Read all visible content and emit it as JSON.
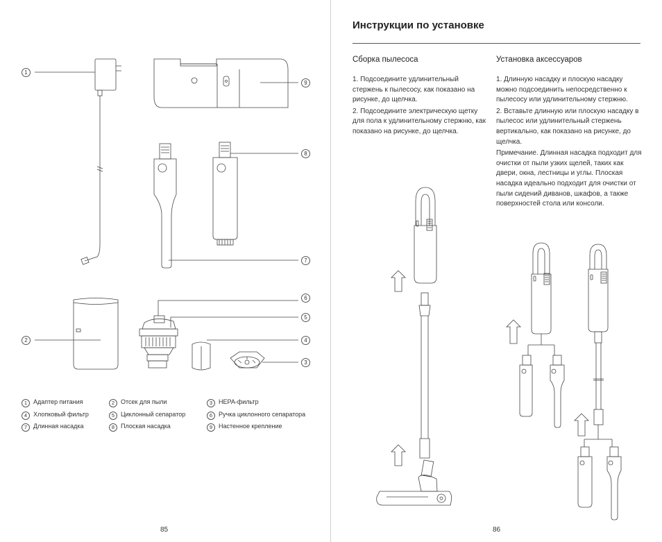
{
  "left_page": {
    "callouts": [
      "1",
      "9",
      "8",
      "7",
      "6",
      "5",
      "4",
      "3",
      "2"
    ],
    "legend": [
      {
        "num": "1",
        "label": "Адаптер питания"
      },
      {
        "num": "2",
        "label": "Отсек для пыли"
      },
      {
        "num": "3",
        "label": "HEPA-фильтр"
      },
      {
        "num": "4",
        "label": "Хлопковый фильтр"
      },
      {
        "num": "5",
        "label": "Циклонный сепаратор"
      },
      {
        "num": "6",
        "label": "Ручка циклонного сепаратора"
      },
      {
        "num": "7",
        "label": "Длинная насадка"
      },
      {
        "num": "8",
        "label": "Плоская насадка"
      },
      {
        "num": "9",
        "label": "Настенное крепление"
      }
    ],
    "page_number": "85"
  },
  "right_page": {
    "title": "Инструкции по установке",
    "col1": {
      "heading": "Сборка пылесоса",
      "paragraphs": [
        "1. Подсоедините удлинительный стержень к пылесосу, как показано на рисунке, до щелчка.",
        "2. Подсоедините электрическую щетку для пола к удлинительному стержню, как показано на рисунке, до щелчка."
      ]
    },
    "col2": {
      "heading": "Установка аксессуаров",
      "paragraphs": [
        "1. Длинную насадку и плоскую насадку можно подсоединить непосредственно к пылесосу или удлинительному стержню.",
        "2. Вставьте длинную или плоскую насадку в пылесос или удлинительный стержень вертикально, как показано на рисунке, до щелчка.",
        "Примечание. Длинная насадка подходит для очистки от пыли узких щелей, таких как двери, окна, лестницы и углы. Плоская насадка идеально подходит для очистки от пыли сидений диванов, шкафов, а также поверхностей стола или консоли."
      ]
    },
    "page_number": "86"
  }
}
